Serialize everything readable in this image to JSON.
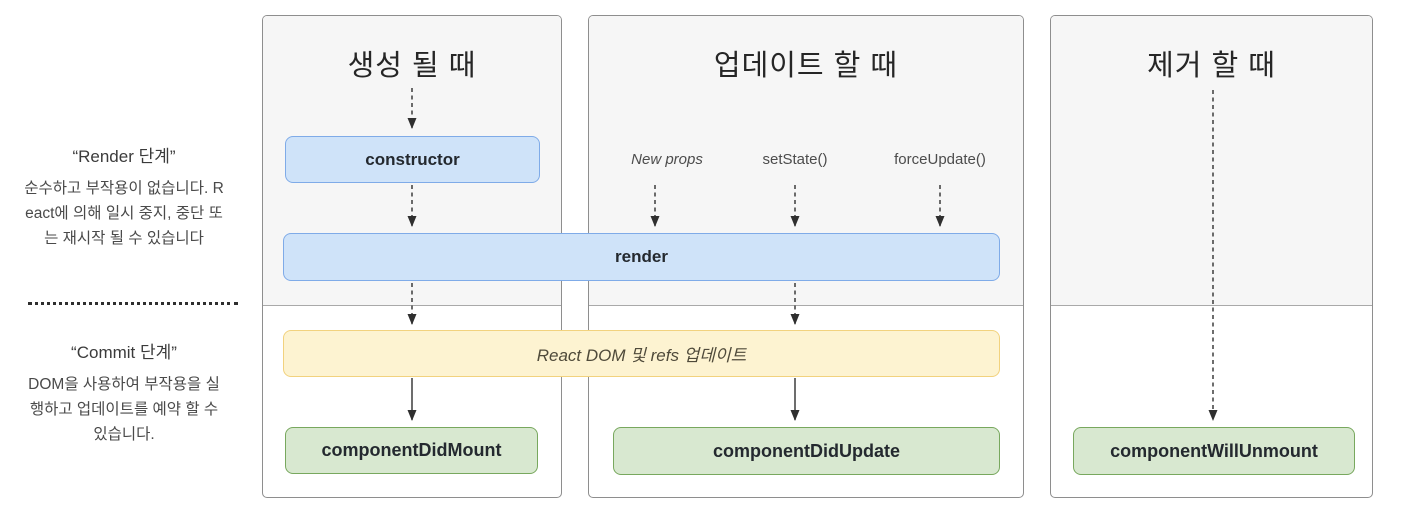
{
  "sidebar": {
    "render_phase": {
      "title": "“Render 단계”",
      "description": "순수하고 부작용이 없습니다. React에 의해 일시 중지, 중단 또는 재시작 될 수 있습니다"
    },
    "commit_phase": {
      "title": "“Commit 단계”",
      "description": "DOM을 사용하여 부작용을 실행하고 업데이트를 예약 할 수 있습니다."
    }
  },
  "columns": {
    "mount": {
      "header": "생성 될 때"
    },
    "update": {
      "header": "업데이트 할 때",
      "triggers": [
        "New props",
        "setState()",
        "forceUpdate()"
      ]
    },
    "unmount": {
      "header": "제거 할 때"
    }
  },
  "nodes": {
    "constructor": "constructor",
    "render": "render",
    "react_dom_update": "React DOM 및 refs 업데이트",
    "component_did_mount": "componentDidMount",
    "component_did_update": "componentDidUpdate",
    "component_will_unmount": "componentWillUnmount"
  },
  "colors": {
    "page_bg": "#ffffff",
    "blue_fill": "#cfe3f9",
    "blue_border": "#7fabe8",
    "yellow_fill": "#fdf3d1",
    "yellow_border": "#f2d27e",
    "green_fill": "#d8e8d0",
    "green_border": "#78a85e",
    "phase_bg": "#f6f6f6",
    "col_border": "#8e8e8e",
    "arrow": "#2f2f2f",
    "text_dark": "#24292f"
  }
}
